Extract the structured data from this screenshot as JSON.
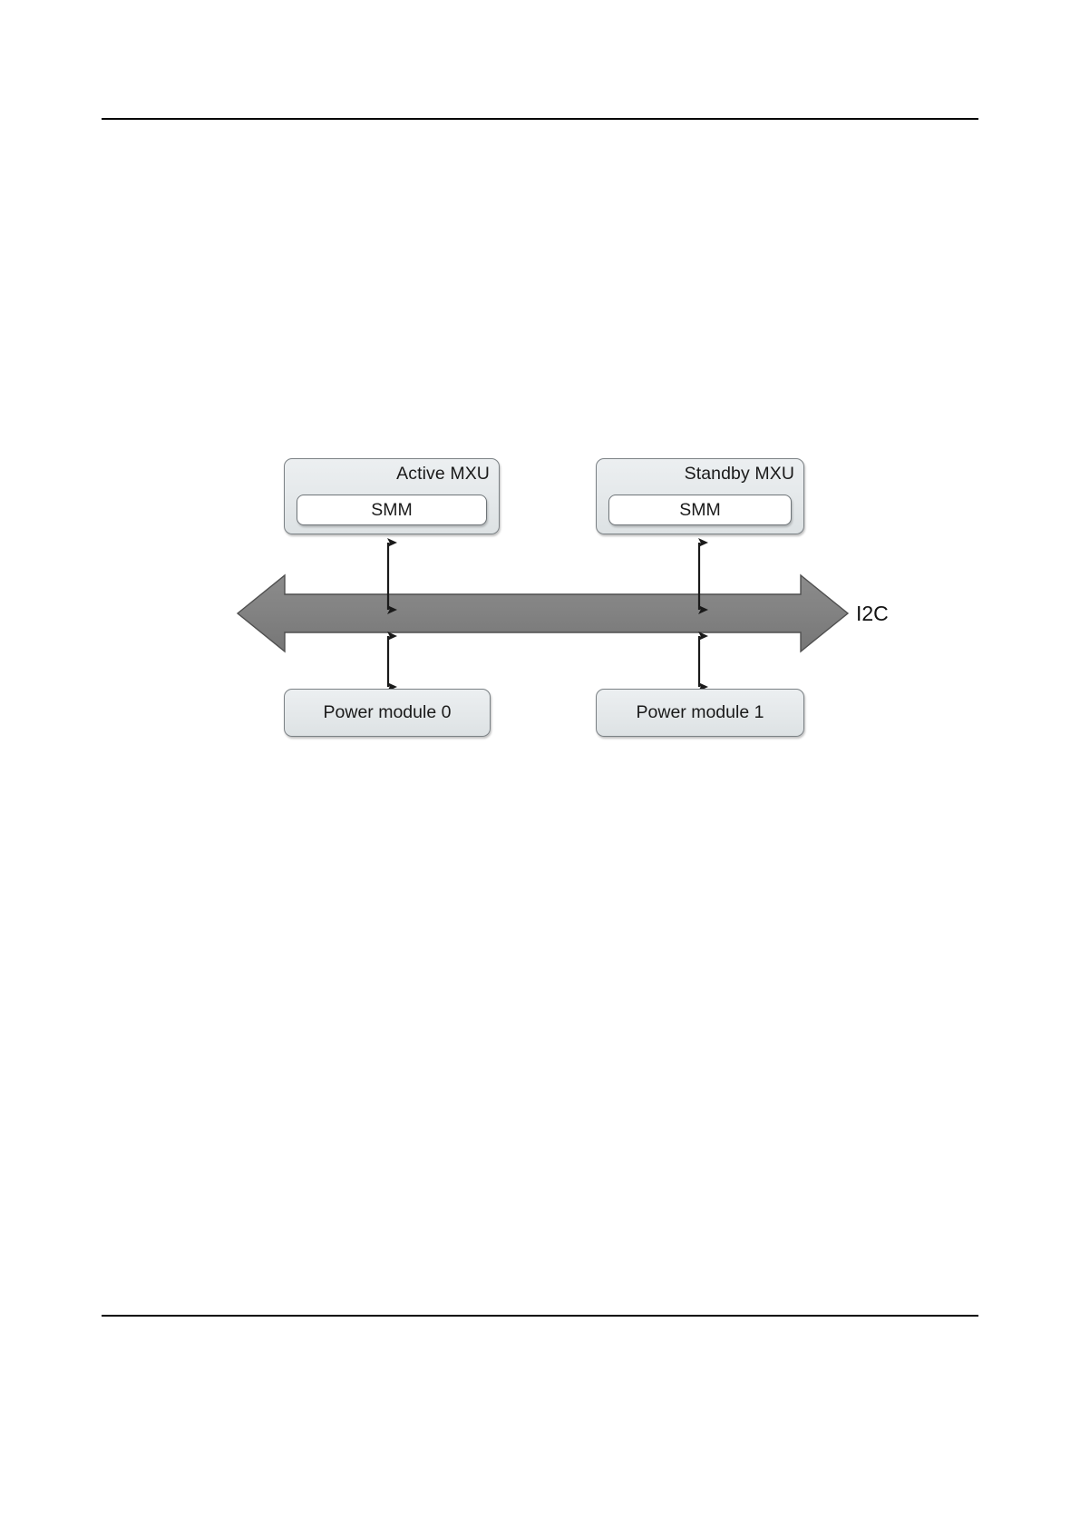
{
  "page": {
    "background_color": "#ffffff",
    "rule_color": "#000000",
    "has_top_rule": true,
    "has_bottom_rule": true
  },
  "diagram": {
    "title": "",
    "bus": {
      "name": "I2C",
      "label": "I2C",
      "direction": "bidirectional",
      "color": "#808080",
      "border_color": "#5a5a5a"
    },
    "modules": [
      {
        "id": "mxu-active",
        "title": "Active MXU",
        "child_label": "SMM",
        "fill_color": "#e6eaec",
        "border_color": "#7b8185"
      },
      {
        "id": "mxu-standby",
        "title": "Standby MXU",
        "child_label": "SMM",
        "fill_color": "#e6eaec",
        "border_color": "#7b8185"
      }
    ],
    "power_modules": [
      {
        "id": "pm-0",
        "label": "Power module 0",
        "fill_color": "#e6eaec",
        "border_color": "#7b8185"
      },
      {
        "id": "pm-1",
        "label": "Power module 1",
        "fill_color": "#e6eaec",
        "border_color": "#7b8185"
      }
    ],
    "connectors": [
      {
        "id": "conn-active-bus",
        "from": "mxu-active",
        "to": "i2c-bus",
        "style": "double-arrow"
      },
      {
        "id": "conn-standby-bus",
        "from": "mxu-standby",
        "to": "i2c-bus",
        "style": "double-arrow"
      },
      {
        "id": "conn-bus-pm0",
        "from": "i2c-bus",
        "to": "pm-0",
        "style": "double-arrow"
      },
      {
        "id": "conn-bus-pm1",
        "from": "i2c-bus",
        "to": "pm-1",
        "style": "double-arrow"
      }
    ]
  }
}
